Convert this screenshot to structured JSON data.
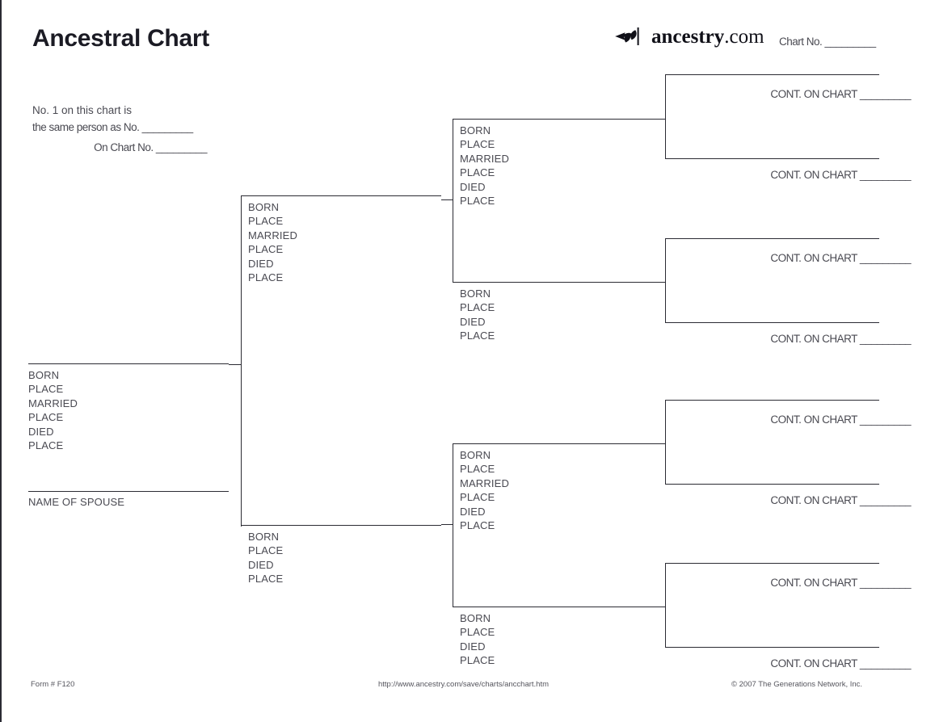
{
  "header": {
    "title": "Ancestral Chart",
    "brand_name": "ancestry",
    "brand_tld": ".com",
    "brand_mark_icon": "ancestry-leaf-icon",
    "chart_no_label": "Chart No. _________"
  },
  "notes": {
    "same_person_line1": "No. 1 on this chart is",
    "same_person_line2": "the same person as No. _________",
    "on_chart_line": "On Chart No. _________"
  },
  "labels": {
    "born": "BORN",
    "place": "PLACE",
    "married": "MARRIED",
    "died": "DIED",
    "name_of_spouse": "NAME OF SPOUSE",
    "cont_on_chart": "CONT. ON CHART _________"
  },
  "person_1": {
    "fields": [
      "BORN",
      "PLACE",
      "MARRIED",
      "PLACE",
      "DIED",
      "PLACE"
    ],
    "spouse_label": "NAME OF SPOUSE"
  },
  "generation_2": [
    {
      "position": "father",
      "fields": [
        "BORN",
        "PLACE",
        "MARRIED",
        "PLACE",
        "DIED",
        "PLACE"
      ]
    },
    {
      "position": "mother",
      "fields": [
        "BORN",
        "PLACE",
        "DIED",
        "PLACE"
      ]
    }
  ],
  "generation_3": [
    {
      "position": "paternal-grandfather",
      "fields": [
        "BORN",
        "PLACE",
        "MARRIED",
        "PLACE",
        "DIED",
        "PLACE"
      ]
    },
    {
      "position": "paternal-grandmother",
      "fields": [
        "BORN",
        "PLACE",
        "DIED",
        "PLACE"
      ]
    },
    {
      "position": "maternal-grandfather",
      "fields": [
        "BORN",
        "PLACE",
        "MARRIED",
        "PLACE",
        "DIED",
        "PLACE"
      ]
    },
    {
      "position": "maternal-grandmother",
      "fields": [
        "BORN",
        "PLACE",
        "DIED",
        "PLACE"
      ]
    }
  ],
  "generation_4": [
    {
      "position": "great-grandparent-1",
      "cont": "CONT. ON CHART _________"
    },
    {
      "position": "great-grandparent-2",
      "cont": "CONT. ON CHART _________"
    },
    {
      "position": "great-grandparent-3",
      "cont": "CONT. ON CHART _________"
    },
    {
      "position": "great-grandparent-4",
      "cont": "CONT. ON CHART _________"
    },
    {
      "position": "great-grandparent-5",
      "cont": "CONT. ON CHART _________"
    },
    {
      "position": "great-grandparent-6",
      "cont": "CONT. ON CHART _________"
    },
    {
      "position": "great-grandparent-7",
      "cont": "CONT. ON CHART _________"
    },
    {
      "position": "great-grandparent-8",
      "cont": "CONT. ON CHART _________"
    }
  ],
  "footer": {
    "form_number": "Form # F120",
    "url": "http://www.ancestry.com/save/charts/ancchart.htm",
    "copyright": "© 2007 The Generations Network, Inc."
  },
  "colors": {
    "ink": "#2b2b33",
    "text": "#4a4a52",
    "title": "#1b1b24",
    "page": "#ffffff"
  }
}
